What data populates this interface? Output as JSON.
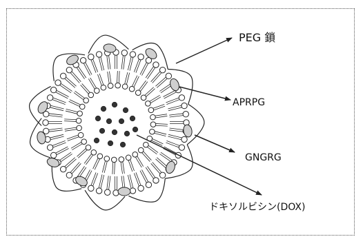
{
  "labels": {
    "peg": "PEG 鎖",
    "aprpg": "APRPG",
    "gngrg": "GNGRG",
    "dox": "ドキソルビシン(DOX)"
  },
  "colors": {
    "ink": "#222222",
    "head_fill": "#ffffff",
    "drug_fill": "#333333",
    "ligand_fill": "#cfcfcf"
  }
}
